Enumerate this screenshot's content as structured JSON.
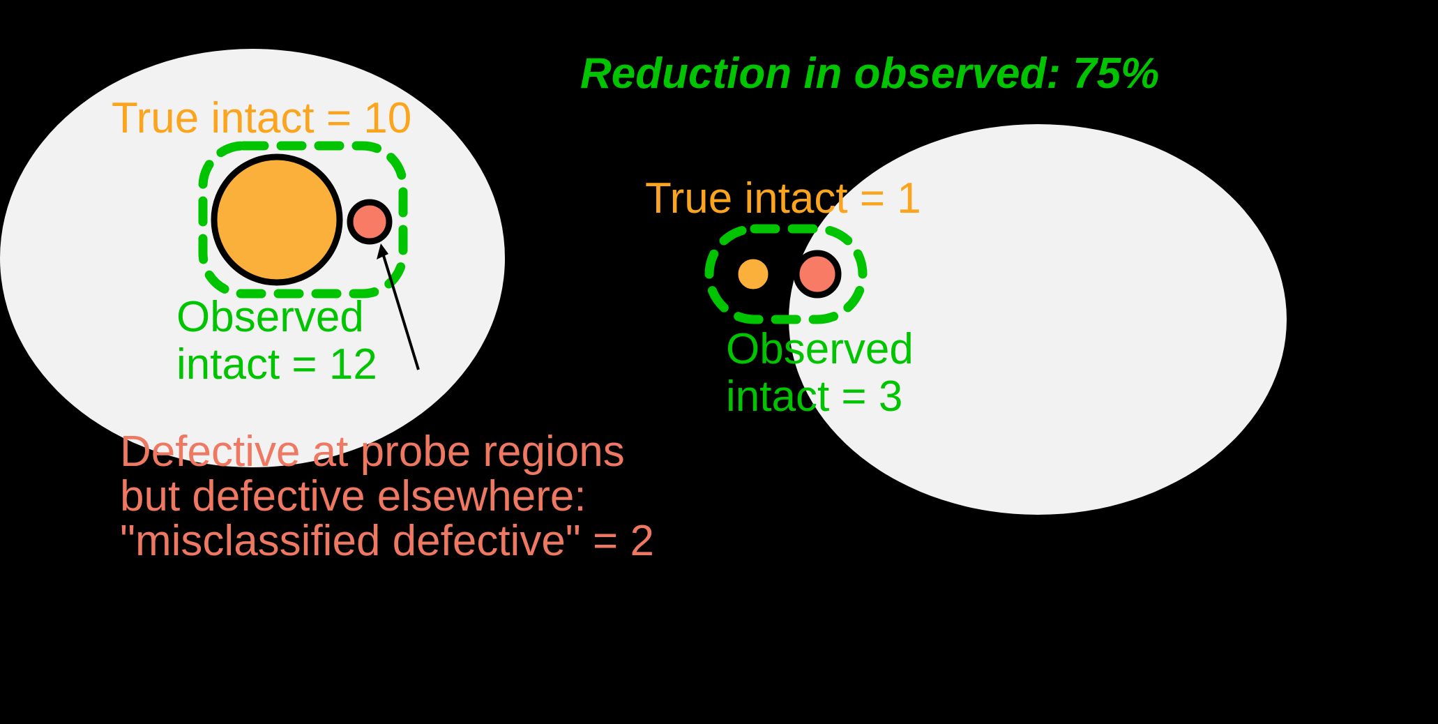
{
  "figure": {
    "title": "Reduction in observed: 75%",
    "background_color": "#000000",
    "panel_fill": "#F2F2F2",
    "intact_color": "#FBB03B",
    "defective_color": "#F87C65",
    "observed_boundary_color": "#00C400",
    "true_label_color": "#FBA41E",
    "note_color": "#EE7861"
  },
  "left_panel": {
    "true_label": "True intact = 10",
    "observed_label_line1": "Observed",
    "observed_label_line2": "intact = 12",
    "true_value": 10,
    "observed_value": 12,
    "circles": [
      {
        "kind": "intact",
        "value": 10
      },
      {
        "kind": "defective",
        "value": 2
      }
    ]
  },
  "right_panel": {
    "true_label": "True intact = 1",
    "observed_label_line1": "Observed",
    "observed_label_line2": "intact = 3",
    "true_value": 1,
    "observed_value": 3,
    "circles": [
      {
        "kind": "intact",
        "value": 1
      },
      {
        "kind": "defective",
        "value": 2
      }
    ]
  },
  "annotation": {
    "line1": "Defective at probe regions",
    "line2": "but defective elsewhere:",
    "line3": "\"misclassified defective\" = 2"
  },
  "chart_data": {
    "type": "diagram",
    "title": "Reduction in observed: 75%",
    "panels": [
      {
        "name": "left",
        "true_intact": 10,
        "observed_intact": 12,
        "misclassified_defective": 2
      },
      {
        "name": "right",
        "true_intact": 1,
        "observed_intact": 3,
        "misclassified_defective": 2
      }
    ],
    "reduction_in_observed_percent": 75
  }
}
